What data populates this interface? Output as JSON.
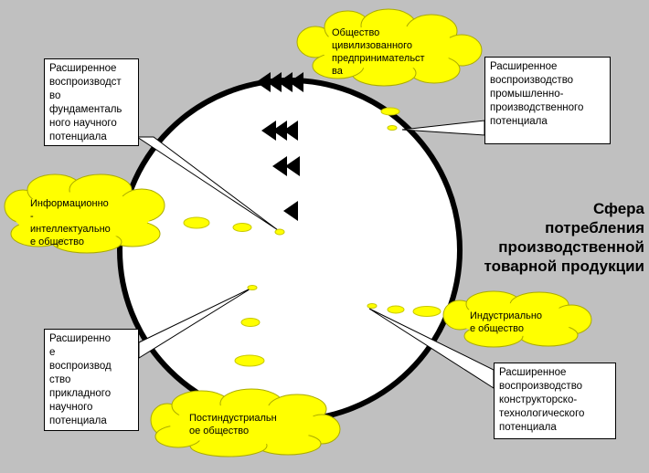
{
  "diagram": {
    "sphere_title": "Сфера\nпотребления\nпроизводственной\nтоварной продукции",
    "callouts": {
      "fundamental": "Расширенное\nвоспроизводст\nво\nфундаменталь\nного научного\nпотенциала",
      "industrial": "Расширенное\nвоспроизводство\nпромышленно-\nпроизводственного\nпотенциала",
      "applied": "Расширенно\nе\nвоспроизвод\nство\nприкладного\nнаучного\nпотенциала",
      "design": "Расширенное\nвоспроизводство\nконструкторско-\nтехнологического\nпотенциала"
    },
    "clouds": {
      "entrepreneurship": "Общество\nцивилизованного\nпредпринимательст\nва",
      "information": "Информационно\n-\nинтеллектуально\nе общество",
      "industrial": "Индустриально\nе общество",
      "postindustrial": "Постиндустриальн\nое общество"
    },
    "colors": {
      "background": "#c0c0c0",
      "circle_fill": "#ffffff",
      "circle_stroke": "#000000",
      "cloud_fill": "#ffff00",
      "arrow": "#000000"
    }
  }
}
